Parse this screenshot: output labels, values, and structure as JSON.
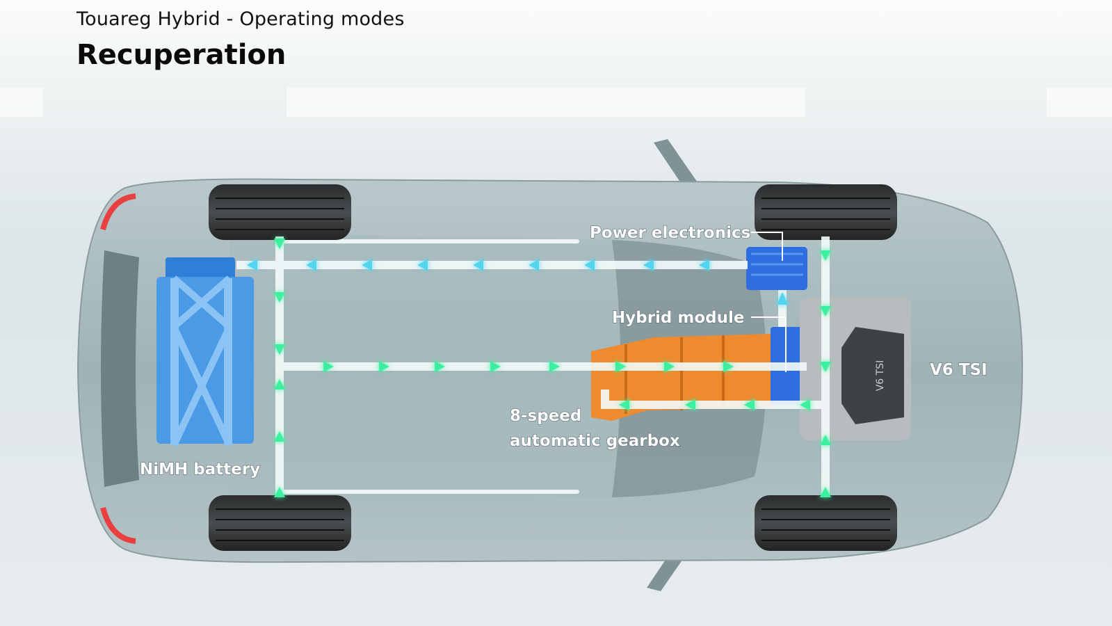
{
  "header": {
    "subtitle": "Touareg Hybrid - Operating modes",
    "title": "Recuperation"
  },
  "labels": {
    "power_electronics": "Power electronics",
    "hybrid_module": "Hybrid module",
    "engine": "V6 TSI",
    "gearbox_line1": "8-speed",
    "gearbox_line2": "automatic gearbox",
    "battery": "NiMH battery",
    "engine_cover": "V6 TSI"
  },
  "colors": {
    "flow_green": "#3ef0a0",
    "flow_blue": "#52d4f0",
    "battery_blue": "#3a8fe0",
    "gearbox_orange": "#f08a2a",
    "body": "#9eb2b6"
  }
}
